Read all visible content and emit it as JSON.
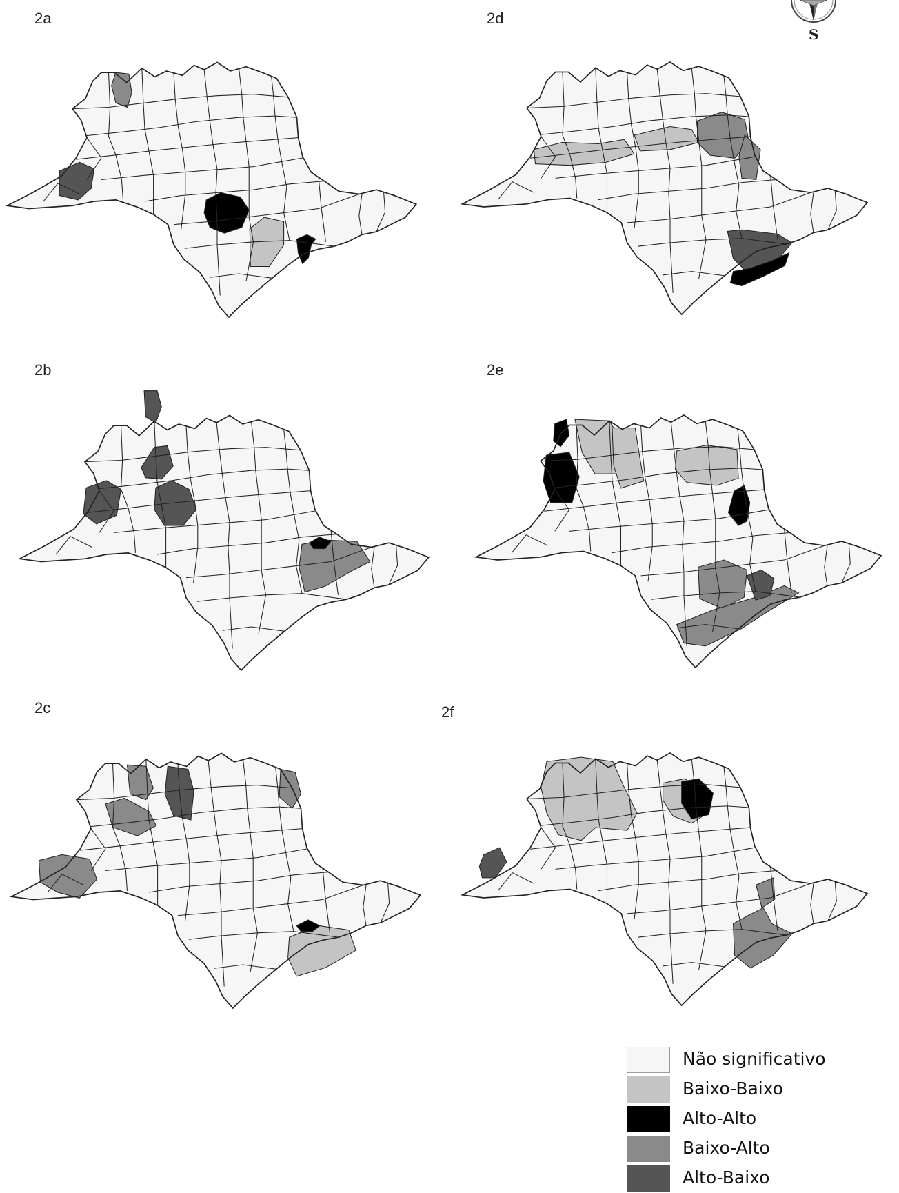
{
  "panels": [
    {
      "id": "2a",
      "label": "2a"
    },
    {
      "id": "2b",
      "label": "2b"
    },
    {
      "id": "2c",
      "label": "2c"
    },
    {
      "id": "2d",
      "label": "2d"
    },
    {
      "id": "2e",
      "label": "2e"
    },
    {
      "id": "2f",
      "label": "2f"
    }
  ],
  "compass": {
    "label": "S"
  },
  "legend": {
    "items": [
      {
        "label": "Não significativo",
        "color": "#f6f6f6"
      },
      {
        "label": "Baixo-Baixo",
        "color": "#c4c4c4"
      },
      {
        "label": "Alto-Alto",
        "color": "#000000"
      },
      {
        "label": "Baixo-Alto",
        "color": "#8a8a8a"
      },
      {
        "label": "Alto-Baixo",
        "color": "#555555"
      }
    ]
  },
  "colors": {
    "not_significant": "#f6f6f6",
    "low_low": "#c4c4c4",
    "high_high": "#000000",
    "low_high": "#8a8a8a",
    "high_low": "#555555",
    "border": "#222222"
  }
}
